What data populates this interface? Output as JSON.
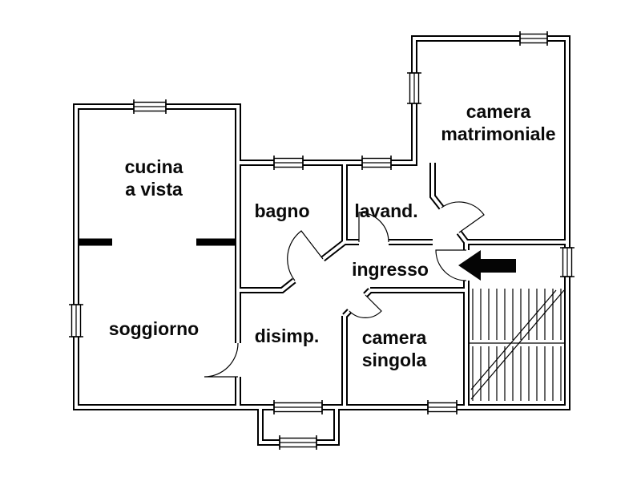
{
  "page": {
    "background": "#ffffff",
    "ink": "#000000"
  },
  "rooms": {
    "cucina": {
      "label": "cucina\na vista"
    },
    "camera_matrimoniale": {
      "label": "camera\nmatrimoniale"
    },
    "bagno": {
      "label": "bagno"
    },
    "lavanderia": {
      "label": "lavand."
    },
    "ingresso": {
      "label": "ingresso"
    },
    "soggiorno": {
      "label": "soggiorno"
    },
    "disimpegno": {
      "label": "disimp."
    },
    "camera_singola": {
      "label": "camera\nsingola"
    }
  },
  "icons": {
    "entrance_arrow": {
      "name": "left-arrow",
      "color": "#050505"
    }
  }
}
